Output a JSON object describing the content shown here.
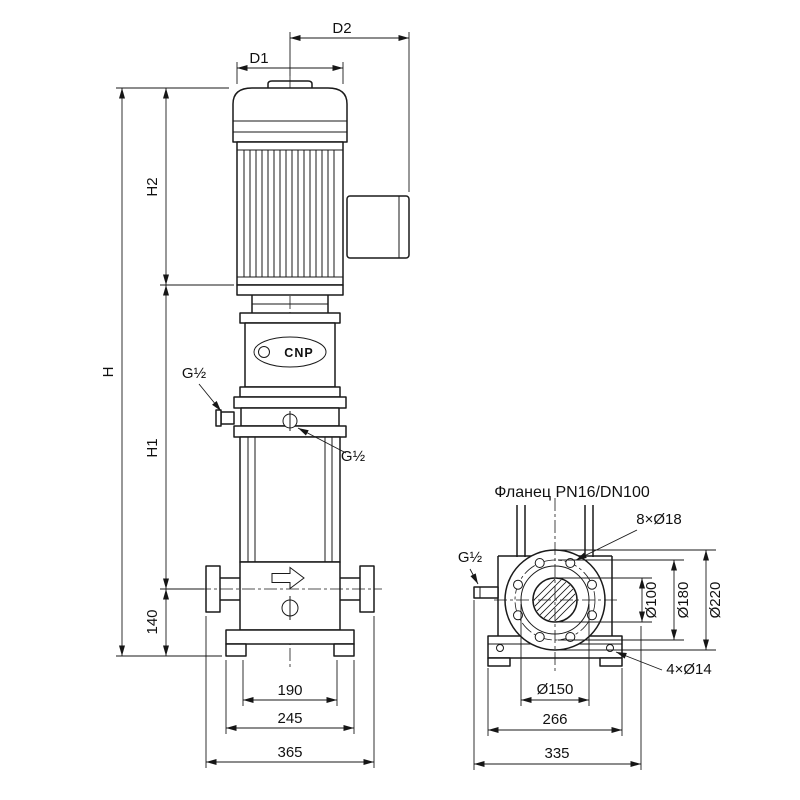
{
  "page": {
    "background": "#ffffff",
    "line_color": "#1a1a1a"
  },
  "pump_view": {
    "logo_text": "CNP",
    "dim_d1": "D1",
    "dim_d2": "D2",
    "dim_h": "H",
    "dim_h1": "H1",
    "dim_h2": "H2",
    "dim_140": "140",
    "dim_190": "190",
    "dim_245": "245",
    "dim_365": "365",
    "port_left": "G½",
    "port_right": "G½"
  },
  "flange_view": {
    "title": "Фланец PN16/DN100",
    "dim_bolt_holes": "8×Ø18",
    "dim_port": "G½",
    "dim_bore": "Ø100",
    "dim_bolt_circle": "Ø180",
    "dim_outer": "Ø220",
    "dim_face": "Ø150",
    "dim_266": "266",
    "dim_335": "335",
    "dim_base_holes": "4×Ø14"
  }
}
